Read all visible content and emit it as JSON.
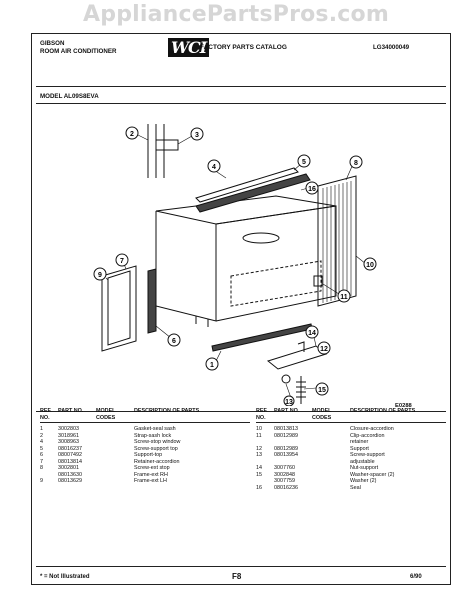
{
  "watermark": "AppliancePartsPros.com",
  "header": {
    "brand": "GIBSON",
    "product": "ROOM AIR CONDITIONER",
    "logo": "WCI",
    "title": "FACTORY PARTS CATALOG",
    "catalog": "LG34000049"
  },
  "model": "MODEL AL09S8EVA",
  "figure_code": "E0288",
  "callouts": [
    "1",
    "2",
    "3",
    "4",
    "5",
    "6",
    "7",
    "8",
    "9",
    "10",
    "11",
    "12",
    "13",
    "14",
    "15",
    "16"
  ],
  "table": {
    "headers": {
      "ref": "REF. NO.",
      "part": "PART NO.",
      "model": "MODEL CODES",
      "desc": "DESCRIPTION OF PARTS"
    },
    "left": [
      {
        "ref": "1",
        "part": "3002803",
        "model": "",
        "desc": "Gasket-seal sash"
      },
      {
        "ref": "2",
        "part": "3018961",
        "model": "",
        "desc": "Strap-sash lock"
      },
      {
        "ref": "4",
        "part": "3008963",
        "model": "",
        "desc": "Screw-stop window"
      },
      {
        "ref": "5",
        "part": "08016237",
        "model": "",
        "desc": "Screw-support top"
      },
      {
        "ref": "6",
        "part": "08007492",
        "model": "",
        "desc": "Support-top"
      },
      {
        "ref": "7",
        "part": "08013814",
        "model": "",
        "desc": "Retainer-accordion"
      },
      {
        "ref": "8",
        "part": "3002801",
        "model": "",
        "desc": "Screw-ext stop"
      },
      {
        "ref": "",
        "part": "08013630",
        "model": "",
        "desc": "Frame-ext RH"
      },
      {
        "ref": "9",
        "part": "08013629",
        "model": "",
        "desc": "Frame-ext LH"
      }
    ],
    "right": [
      {
        "ref": "10",
        "part": "08013813",
        "model": "",
        "desc": "Closure-accordion"
      },
      {
        "ref": "11",
        "part": "08012989",
        "model": "",
        "desc": "Clip-accordion"
      },
      {
        "ref": "",
        "part": "",
        "model": "",
        "desc": "retainer"
      },
      {
        "ref": "12",
        "part": "08012989",
        "model": "",
        "desc": "Support"
      },
      {
        "ref": "13",
        "part": "08013954",
        "model": "",
        "desc": "Screw-support"
      },
      {
        "ref": "",
        "part": "",
        "model": "",
        "desc": "adjustable"
      },
      {
        "ref": "14",
        "part": "3007760",
        "model": "",
        "desc": "Nut-support"
      },
      {
        "ref": "15",
        "part": "3002848",
        "model": "",
        "desc": "Washer-spacer (2)"
      },
      {
        "ref": "",
        "part": "3007759",
        "model": "",
        "desc": "Washer (2)"
      },
      {
        "ref": "16",
        "part": "08016236",
        "model": "",
        "desc": "Seal"
      }
    ]
  },
  "footer": {
    "note": "* = Not Illustrated",
    "page": "F8",
    "date": "6/90"
  }
}
